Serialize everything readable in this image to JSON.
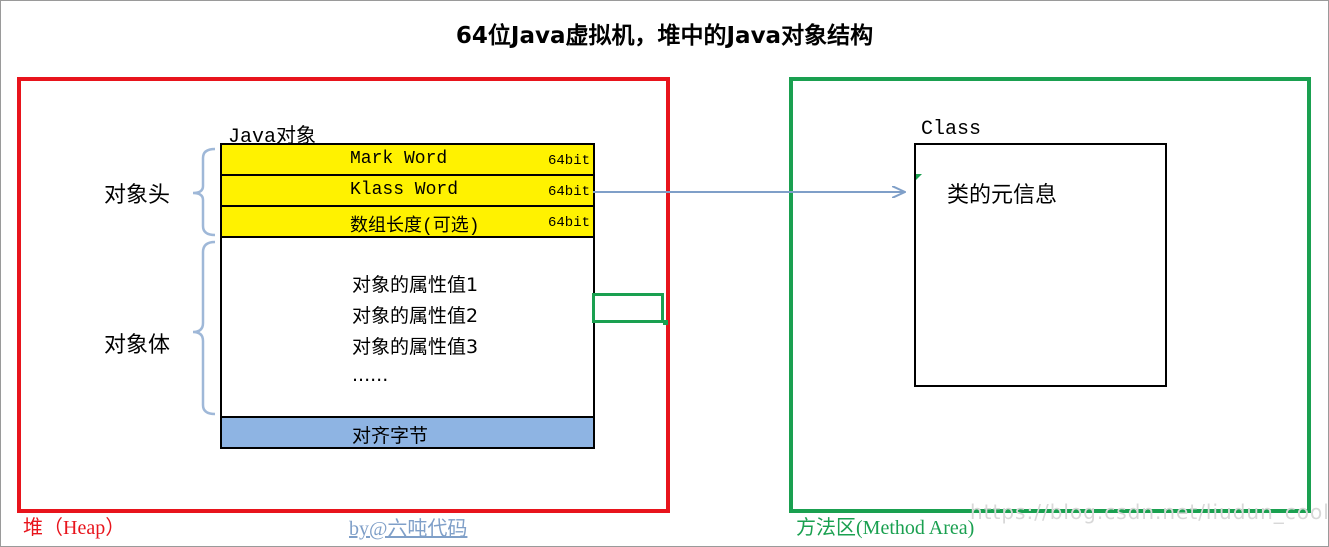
{
  "title": "64位Java虚拟机，堆中的Java对象结构",
  "heap": {
    "label": "堆（Heap）",
    "credit": "by@六吨代码",
    "object_label": "Java对象",
    "header_label": "对象头",
    "body_label": "对象体",
    "rows": [
      {
        "label": "Mark Word",
        "bits": "64bit"
      },
      {
        "label": "Klass Word",
        "bits": "64bit"
      },
      {
        "label": "数组长度(可选)",
        "bits": "64bit"
      }
    ],
    "attributes": [
      "对象的属性值1",
      "对象的属性值2",
      "对象的属性值3",
      "......"
    ],
    "padding_label": "对齐字节"
  },
  "method_area": {
    "label": "方法区(Method Area)",
    "class_label": "Class",
    "class_meta": "类的元信息"
  },
  "watermark": "https://blog.csdn.net/liudun_cool",
  "colors": {
    "heap_border": "#e8141c",
    "method_border": "#1aa050",
    "header_fill": "#fff200",
    "padding_fill": "#8eb4e3",
    "arrow": "#7f9fc8",
    "brace": "#9fb8d8"
  }
}
